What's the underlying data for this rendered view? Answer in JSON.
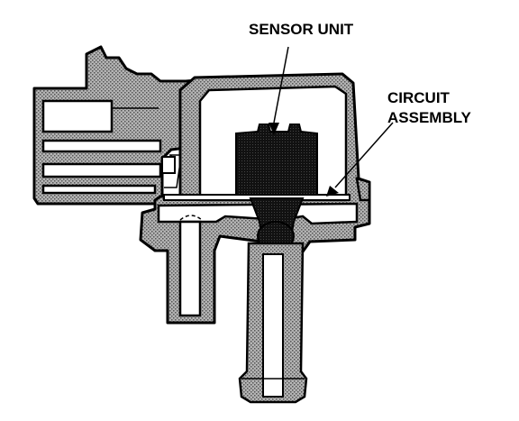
{
  "diagram": {
    "labels": {
      "sensor_unit": "SENSOR UNIT",
      "circuit_line1": "CIRCUIT",
      "circuit_line2": "ASSEMBLY"
    },
    "colors": {
      "ink": "#000000",
      "housing_fill": "#9a9a9a",
      "background": "#ffffff"
    }
  }
}
